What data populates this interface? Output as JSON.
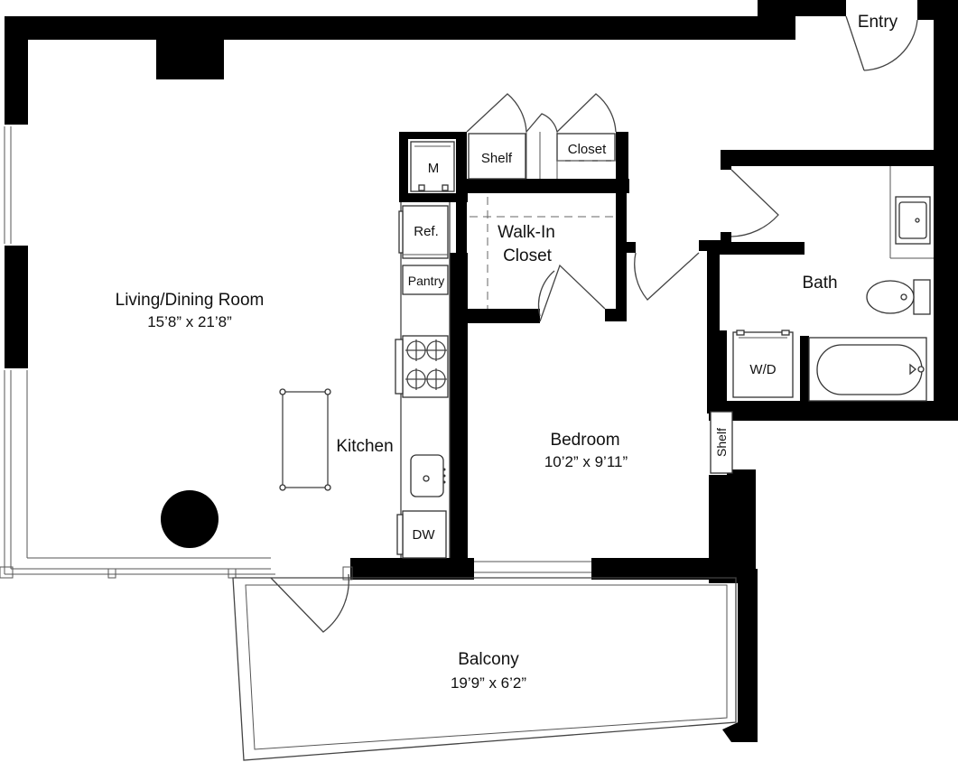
{
  "rooms": {
    "entry": {
      "label": "Entry"
    },
    "living": {
      "label": "Living/Dining Room",
      "dims": "15’8” x 21’8”"
    },
    "kitchen": {
      "label": "Kitchen"
    },
    "walk_in_closet": {
      "label_line1": "Walk-In",
      "label_line2": "Closet"
    },
    "bath": {
      "label": "Bath"
    },
    "bedroom": {
      "label": "Bedroom",
      "dims": "10’2” x 9’11”"
    },
    "balcony": {
      "label": "Balcony",
      "dims": "19’9” x 6’2”"
    }
  },
  "fixtures": {
    "microwave": "M",
    "shelf_top": "Shelf",
    "closet": "Closet",
    "refrigerator": "Ref.",
    "pantry": "Pantry",
    "washer_dryer": "W/D",
    "shelf_bedroom": "Shelf",
    "dishwasher": "DW"
  },
  "colors": {
    "wall": "#000000",
    "line": "#444444",
    "background": "#ffffff"
  }
}
